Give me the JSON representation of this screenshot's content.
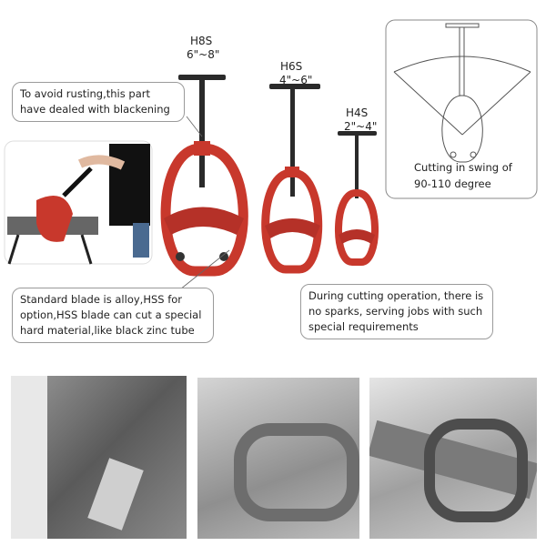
{
  "models": [
    {
      "name": "H8S",
      "range": "6\"~8\""
    },
    {
      "name": "H6S",
      "range": "4\"~6\""
    },
    {
      "name": "H4S",
      "range": "2\"~4\""
    }
  ],
  "callouts": {
    "rust": "To avoid rusting,this part have dealed with blackening",
    "blade": "Standard blade is alloy,HSS for option,HSS blade can cut a special hard material,like black zinc tube",
    "sparks": "During cutting operation, there is no sparks, serving jobs with such special requirements",
    "swing": "Cutting in swing of 90-110 degree"
  },
  "colors": {
    "frame_red": "#c8382c",
    "handle": "#2a2a2a"
  }
}
